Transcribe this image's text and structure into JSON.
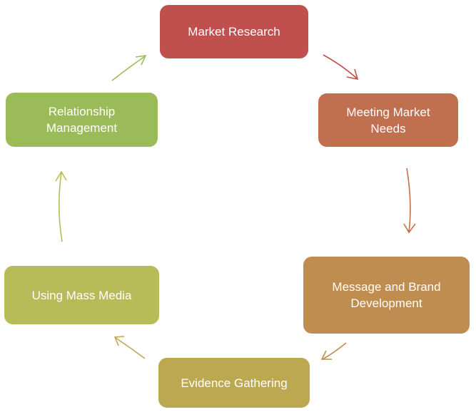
{
  "diagram": {
    "type": "cycle",
    "nodes": [
      {
        "label": "Market Research",
        "color": "#C0504D"
      },
      {
        "label": "Meeting Market\nNeeds",
        "color": "#C0704F"
      },
      {
        "label": "Message and Brand\nDevelopment",
        "color": "#C08D50"
      },
      {
        "label": "Evidence Gathering",
        "color": "#BDA852"
      },
      {
        "label": "Using Mass Media",
        "color": "#B7BB58"
      },
      {
        "label": "Relationship\nManagement",
        "color": "#9BBB59"
      }
    ],
    "arrows": [
      {
        "from": "Market Research",
        "to": "Meeting Market Needs",
        "color": "#C0504D"
      },
      {
        "from": "Meeting Market Needs",
        "to": "Message and Brand Development",
        "color": "#C0704F"
      },
      {
        "from": "Message and Brand Development",
        "to": "Evidence Gathering",
        "color": "#C08D50"
      },
      {
        "from": "Evidence Gathering",
        "to": "Using Mass Media",
        "color": "#BDA852"
      },
      {
        "from": "Using Mass Media",
        "to": "Relationship Management",
        "color": "#B7BB58"
      },
      {
        "from": "Relationship Management",
        "to": "Market Research",
        "color": "#9BBB59"
      }
    ]
  }
}
